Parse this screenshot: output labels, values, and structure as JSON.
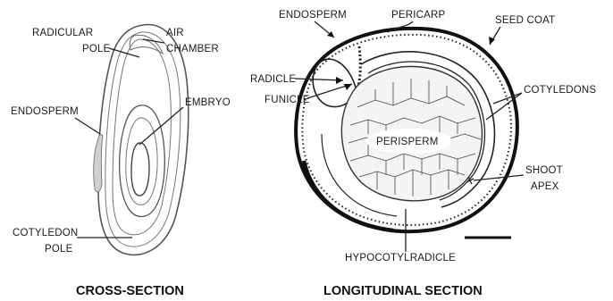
{
  "cross_section": {
    "labels": {
      "radicular_pole_1": "RADICULAR",
      "radicular_pole_2": "POLE",
      "air_chamber_1": "AIR",
      "air_chamber_2": "CHAMBER",
      "endosperm": "ENDOSPERM",
      "embryo": "EMBRYO",
      "cotyledon_pole_1": "COTYLEDON",
      "cotyledon_pole_2": "POLE"
    },
    "caption": "CROSS-SECTION"
  },
  "longitudinal_section": {
    "labels": {
      "endosperm": "ENDOSPERM",
      "pericarp": "PERICARP",
      "seed_coat": "SEED COAT",
      "radicle": "RADICLE",
      "funicle": "FUNICLE",
      "cotyledons": "COTYLEDONS",
      "perisperm": "PERISPERM",
      "shoot_apex_1": "SHOOT",
      "shoot_apex_2": "APEX",
      "hypocotyl_radicle": "HYPOCOTYLRADICLE"
    },
    "caption": "LONGITUDINAL SECTION"
  },
  "colors": {
    "ink": "#111111",
    "line": "#222222"
  }
}
